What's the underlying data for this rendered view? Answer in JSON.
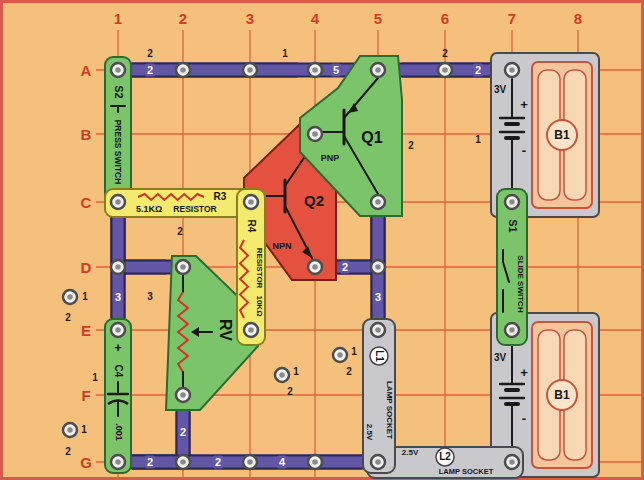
{
  "diagram": {
    "nodes": [
      {
        "text": [
          "S2",
          "PRESS SWITCH"
        ]
      },
      {
        "text": [
          "Q1",
          "PNP"
        ]
      },
      {
        "text": [
          "3V",
          "+",
          "-",
          "B1"
        ]
      },
      {
        "text": [
          "R3",
          "5.1KΩ",
          "RESISTOR"
        ]
      },
      {
        "text": [
          "Q2",
          "NPN"
        ]
      },
      {
        "text": [
          "R4",
          "RESISTOR",
          "10KΩ"
        ]
      },
      {
        "text": [
          "S1",
          "SLIDE SWITCH"
        ]
      },
      {
        "text": [
          "RV"
        ]
      },
      {
        "text": [
          "+",
          "C4",
          ".001"
        ]
      },
      {
        "text": [
          "L1",
          "LAMP SOCKET",
          "2.5V"
        ]
      },
      {
        "text": [
          "3V",
          "+",
          "-",
          "B1"
        ]
      },
      {
        "text": [
          "2.5V",
          "L2",
          "LAMP SOCKET"
        ]
      }
    ],
    "edges": [
      {
        "from": 0,
        "to": 1,
        "arrow": "none"
      },
      {
        "from": 1,
        "to": 2,
        "arrow": "none"
      },
      {
        "from": 0,
        "to": 7,
        "arrow": "none"
      },
      {
        "from": 0,
        "to": 8,
        "arrow": "none"
      },
      {
        "from": 4,
        "to": 1,
        "arrow": "none"
      },
      {
        "from": 1,
        "to": 9,
        "arrow": "none"
      },
      {
        "from": 8,
        "to": 7,
        "arrow": "none"
      },
      {
        "from": 8,
        "to": 9,
        "arrow": "none"
      }
    ],
    "labels": [
      "1",
      "2",
      "3",
      "4",
      "5",
      "6",
      "7",
      "8",
      "A",
      "B",
      "C",
      "D",
      "E",
      "F",
      "G",
      "2",
      "2",
      "1",
      "5",
      "2",
      "2",
      "2",
      "1",
      "2",
      "3",
      "3",
      "2",
      "3",
      "1",
      "2",
      "1",
      "2",
      "1",
      "2",
      "1",
      "1",
      "2",
      "2",
      "2",
      "2",
      "4"
    ]
  }
}
